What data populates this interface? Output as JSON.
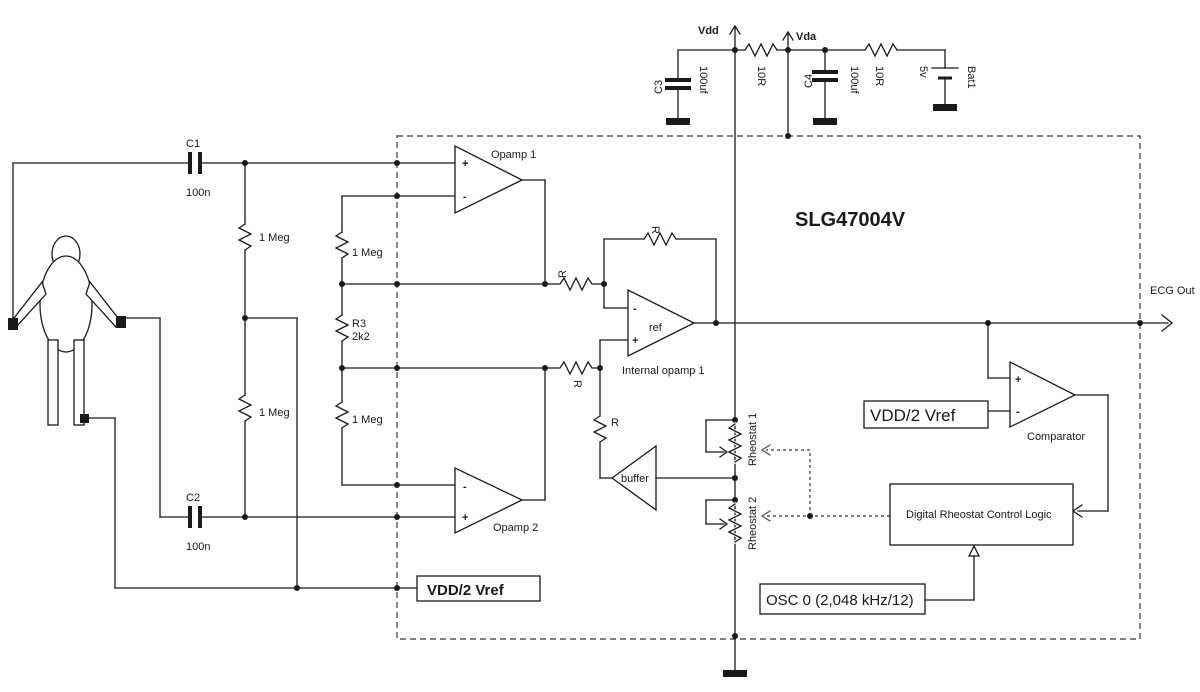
{
  "chip": {
    "name": "SLG47004V"
  },
  "supply": {
    "vdd": "Vdd",
    "vda": "Vda",
    "c3": {
      "ref": "C3",
      "value": "100uf"
    },
    "c4": {
      "ref": "C4",
      "value": "100uf"
    },
    "r1": "10R",
    "r2": "10R",
    "battery": {
      "ref": "Bat1",
      "value": "5v"
    }
  },
  "input": {
    "c1": {
      "ref": "C1",
      "value": "100n"
    },
    "c2": {
      "ref": "C2",
      "value": "100n"
    },
    "r_top": "1 Meg",
    "r_bot": "1 Meg"
  },
  "gain": {
    "r_a": "1 Meg",
    "r3_ref": "R3",
    "r3_value": "2k2",
    "r_b": "1 Meg"
  },
  "opamps": {
    "op1": "Opamp 1",
    "op2": "Opamp 2",
    "internal": "Internal opamp 1",
    "ref": "ref",
    "buffer": "buffer",
    "comparator": "Comparator",
    "plus": "+",
    "minus": "-"
  },
  "resistors": {
    "r": "R"
  },
  "rheostats": {
    "r1": "Rheostat 1",
    "r2": "Rheostat 2"
  },
  "boxes": {
    "vref_input": "VDD/2 Vref",
    "vref_comp": "VDD/2 Vref",
    "logic": "Digital Rheostat Control Logic",
    "osc": "OSC 0 (2,048 kHz/12)"
  },
  "output": {
    "label": "ECG Out"
  }
}
